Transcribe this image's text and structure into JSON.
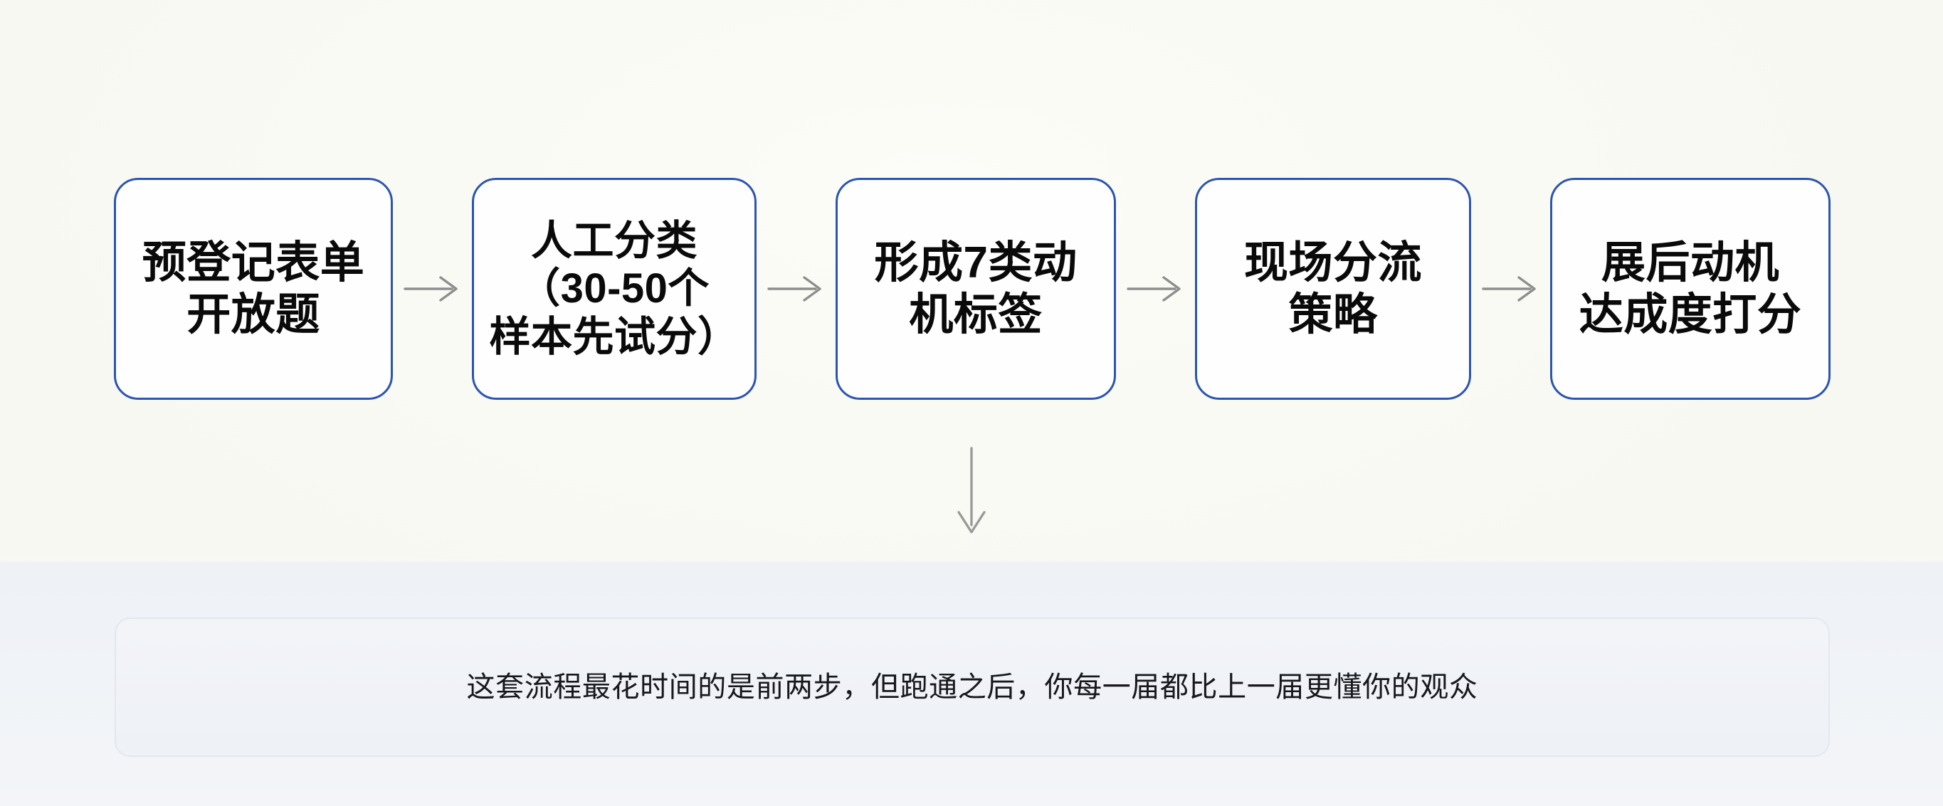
{
  "background": {
    "top_color": "#fafaf4",
    "bottom_color": "#eef1f6"
  },
  "flow": {
    "accent_color": "#2b55b0",
    "arrow_color": "#8c8c8c",
    "connector_right_icon": "arrow-right-icon",
    "connector_down_icon": "arrow-down-icon",
    "nodes": [
      {
        "id": "pre-registration-form",
        "label": "预登记表单\n开放题"
      },
      {
        "id": "manual-classification",
        "label": "人工分类\n（30-50个\n样本先试分）"
      },
      {
        "id": "motivation-tags",
        "label": "形成7类动\n机标签"
      },
      {
        "id": "onsite-routing",
        "label": "现场分流\n策略"
      },
      {
        "id": "post-show-scoring",
        "label": "展后动机\n达成度打分"
      }
    ]
  },
  "caption": {
    "text": "这套流程最花时间的是前两步，但跑通之后，你每一届都比上一届更懂你的观众"
  }
}
